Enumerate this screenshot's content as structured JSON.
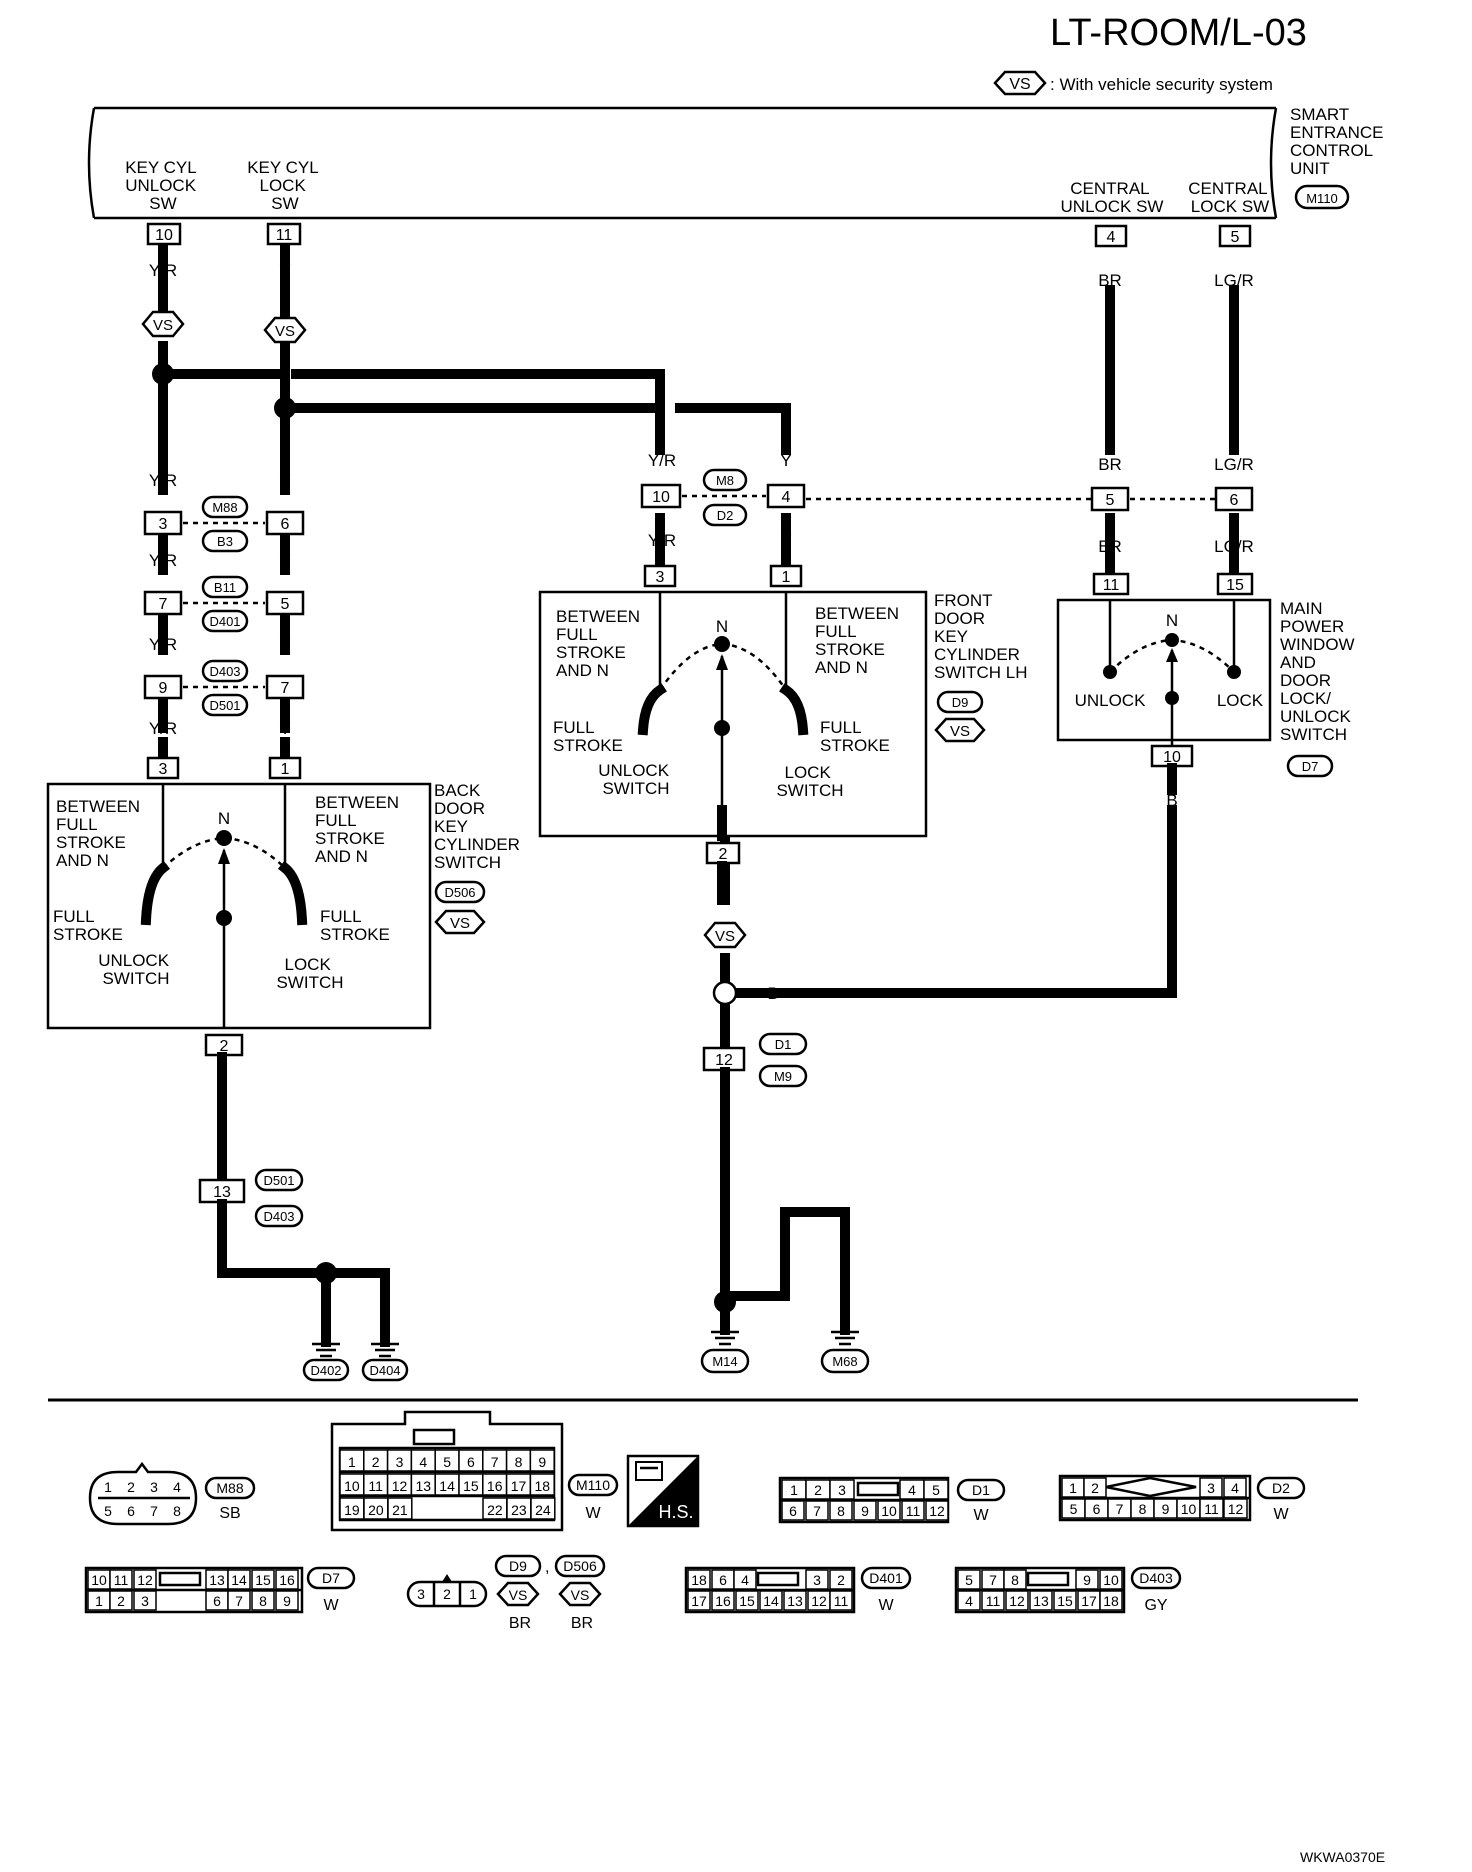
{
  "page": {
    "title": "LT-ROOM/L-03",
    "legend_text": ": With vehicle security system",
    "legend_symbol": "VS",
    "footer_code": "WKWA0370E"
  },
  "smart_unit": {
    "name_lines": [
      "SMART",
      "ENTRANCE",
      "CONTROL",
      "UNIT"
    ],
    "connector": "M110",
    "terminals": [
      {
        "pin": "10",
        "label_lines": [
          "KEY CYL",
          "UNLOCK",
          "SW"
        ]
      },
      {
        "pin": "11",
        "label_lines": [
          "KEY CYL",
          "LOCK",
          "SW"
        ]
      },
      {
        "pin": "4",
        "label_lines": [
          "CENTRAL",
          "UNLOCK SW"
        ]
      },
      {
        "pin": "5",
        "label_lines": [
          "CENTRAL",
          "LOCK SW"
        ]
      }
    ]
  },
  "wires": {
    "yr": "Y/R",
    "y": "Y",
    "br": "BR",
    "lgr": "LG/R",
    "b": "B"
  },
  "joints": {
    "m88": {
      "top": "M88",
      "bottom": "B3",
      "pins": [
        "3",
        "6"
      ]
    },
    "b11": {
      "top": "B11",
      "bottom": "D401",
      "pins": [
        "7",
        "5"
      ]
    },
    "d403": {
      "top": "D403",
      "bottom": "D501",
      "pins": [
        "9",
        "7"
      ]
    },
    "m8": {
      "top": "M8",
      "bottom": "D2",
      "pins": [
        "10",
        "4",
        "5",
        "6"
      ]
    },
    "d1": {
      "top": "D1",
      "bottom": "M9",
      "pin": "12"
    },
    "d501": {
      "top": "D501",
      "bottom": "D403",
      "pin": "13"
    }
  },
  "back_door_switch": {
    "name_lines": [
      "BACK",
      "DOOR",
      "KEY",
      "CYLINDER",
      "SWITCH"
    ],
    "connector": "D506",
    "vs": "VS",
    "pins": {
      "left": "3",
      "right": "1",
      "bottom": "2"
    },
    "between_left": [
      "BETWEEN",
      "FULL",
      "STROKE",
      "AND N"
    ],
    "between_right": [
      "BETWEEN",
      "FULL",
      "STROKE",
      "AND N"
    ],
    "n": "N",
    "full_left": [
      "FULL",
      "STROKE"
    ],
    "full_right": [
      "FULL",
      "STROKE"
    ],
    "unlock": [
      "UNLOCK",
      "SWITCH"
    ],
    "lock": [
      "LOCK",
      "SWITCH"
    ]
  },
  "front_door_switch": {
    "name_lines": [
      "FRONT",
      "DOOR",
      "KEY",
      "CYLINDER",
      "SWITCH LH"
    ],
    "connector": "D9",
    "vs": "VS",
    "pins": {
      "left": "3",
      "right": "1",
      "bottom": "2"
    },
    "between_left": [
      "BETWEEN",
      "FULL",
      "STROKE",
      "AND N"
    ],
    "between_right": [
      "BETWEEN",
      "FULL",
      "STROKE",
      "AND N"
    ],
    "n": "N",
    "full_left": [
      "FULL",
      "STROKE"
    ],
    "full_right": [
      "FULL",
      "STROKE"
    ],
    "unlock": [
      "UNLOCK",
      "SWITCH"
    ],
    "lock": [
      "LOCK",
      "SWITCH"
    ]
  },
  "main_power_window": {
    "name_lines": [
      "MAIN",
      "POWER",
      "WINDOW",
      "AND",
      "DOOR",
      "LOCK/",
      "UNLOCK",
      "SWITCH"
    ],
    "connector": "D7",
    "pins": {
      "left": "11",
      "right": "15",
      "bottom": "10"
    },
    "n": "N",
    "unlock": "UNLOCK",
    "lock": "LOCK"
  },
  "grounds": {
    "left": [
      "D402",
      "D404"
    ],
    "right": [
      "M14",
      "M68"
    ]
  },
  "connector_legend": [
    {
      "id": "M88",
      "color": "SB",
      "pins_top": [
        "1",
        "2",
        "3",
        "4"
      ],
      "pins_bottom": [
        "5",
        "6",
        "7",
        "8"
      ]
    },
    {
      "id": "M110",
      "color": "W",
      "pins_row1": [
        "1",
        "2",
        "3",
        "4",
        "5",
        "6",
        "7",
        "8",
        "9"
      ],
      "pins_row2": [
        "10",
        "11",
        "12",
        "13",
        "14",
        "15",
        "16",
        "17",
        "18"
      ],
      "pins_row3": [
        "19",
        "20",
        "21",
        "22",
        "23",
        "24"
      ]
    },
    {
      "id": "H.S.",
      "color": ""
    },
    {
      "id": "D1",
      "color": "W",
      "pins_top": [
        "1",
        "2",
        "3",
        "4",
        "5"
      ],
      "pins_bottom": [
        "6",
        "7",
        "8",
        "9",
        "10",
        "11",
        "12"
      ]
    },
    {
      "id": "D2",
      "color": "W",
      "pins_top": [
        "1",
        "2",
        "3",
        "4"
      ],
      "pins_bottom": [
        "5",
        "6",
        "7",
        "8",
        "9",
        "10",
        "11",
        "12"
      ]
    },
    {
      "id": "D7",
      "color": "W",
      "pins_top": [
        "10",
        "11",
        "12",
        "13",
        "14",
        "15",
        "16"
      ],
      "pins_bottom": [
        "1",
        "2",
        "3",
        "6",
        "7",
        "8",
        "9"
      ]
    },
    {
      "id": "D9",
      "id2": "D506",
      "vs": "VS",
      "color": "BR",
      "color2": "BR",
      "pins": [
        "3",
        "2",
        "1"
      ]
    },
    {
      "id": "D401",
      "color": "W",
      "pins_top": [
        "18",
        "6",
        "4",
        "3",
        "2"
      ],
      "pins_bottom": [
        "17",
        "16",
        "15",
        "14",
        "13",
        "12",
        "11"
      ]
    },
    {
      "id": "D403",
      "color": "GY",
      "pins_top": [
        "5",
        "7",
        "8",
        "9",
        "10"
      ],
      "pins_bottom": [
        "4",
        "11",
        "12",
        "13",
        "15",
        "17",
        "18"
      ]
    }
  ]
}
